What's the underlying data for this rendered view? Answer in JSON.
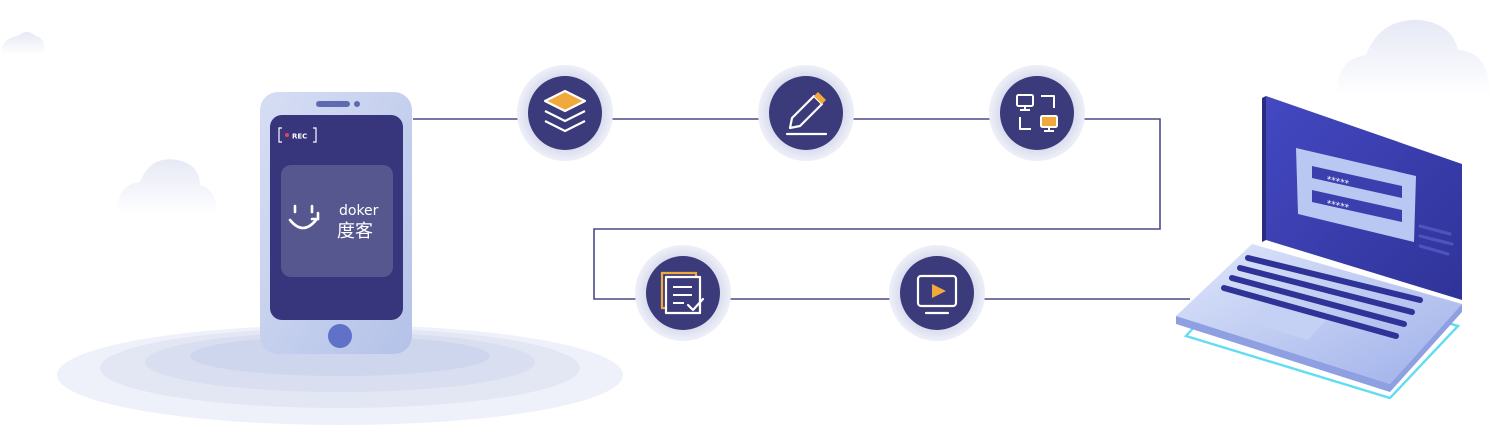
{
  "phone": {
    "rec_label": "REC",
    "brand_latin": "doker",
    "brand_cjk": "度客"
  },
  "laptop": {
    "password_mask_1": "*****",
    "password_mask_2": "*****"
  },
  "steps": [
    {
      "icon": "layers-icon"
    },
    {
      "icon": "pencil-icon"
    },
    {
      "icon": "network-transfer-icon"
    },
    {
      "icon": "document-check-icon"
    },
    {
      "icon": "video-play-icon"
    }
  ],
  "colors": {
    "primary": "#3b3a7a",
    "primary_dark": "#2f2e6a",
    "accent": "#f2a93b",
    "line": "#4a4a8a",
    "phone_body": "#c7d3ef",
    "ripple": "#dfe4f2",
    "laptop_screen": "#3a3fb0",
    "laptop_glow": "#39d3f0"
  }
}
